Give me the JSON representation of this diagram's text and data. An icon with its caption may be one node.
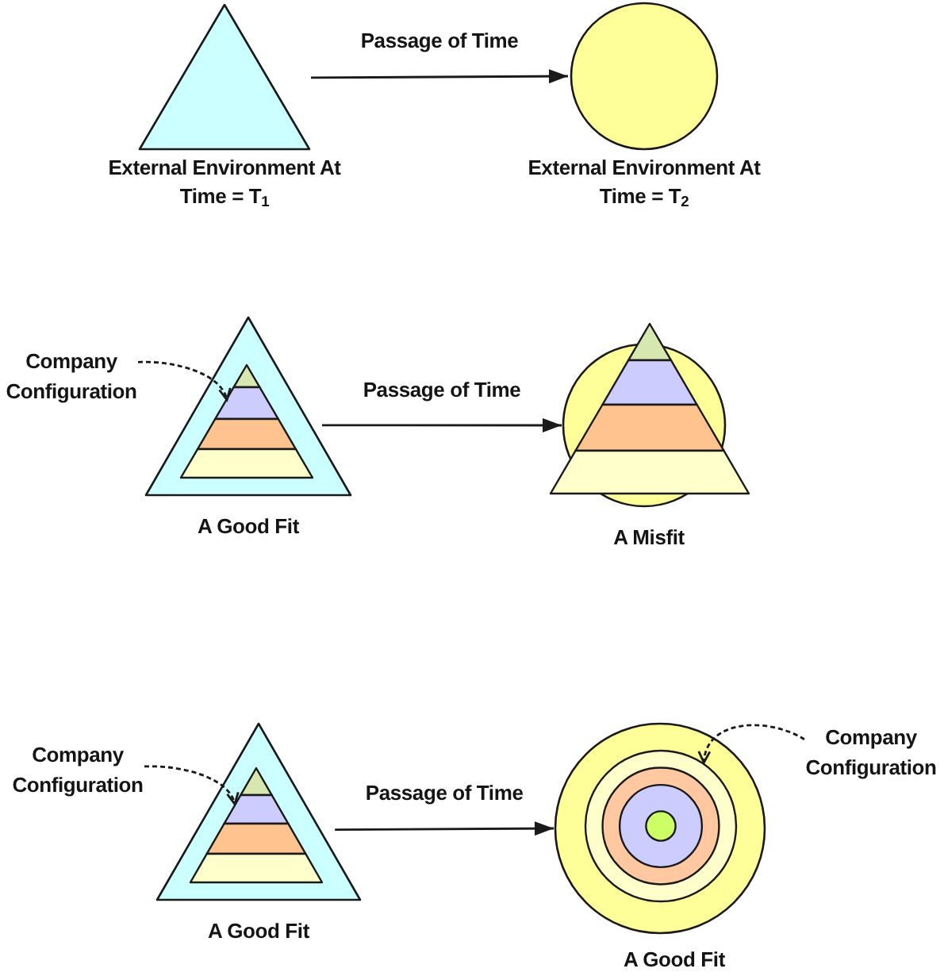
{
  "diagram": {
    "nodes": [
      {
        "text": [],
        "shape": "triangle",
        "beside": [
          "External Environment At Time = T$_{1}$"
        ]
      },
      {
        "text": [],
        "shape": "circle",
        "beside": [
          "External Environment At Time = T$_{2}$"
        ]
      },
      {
        "text": [],
        "shape": "triangle",
        "beside": [
          "A Good Fit"
        ]
      },
      {
        "text": [],
        "shape": "pyramid",
        "in": 2
      },
      {
        "text": [
          "Company Configuration"
        ]
      },
      {
        "text": [],
        "shape": "circle",
        "beside": [
          "A Misfit"
        ]
      },
      {
        "text": [],
        "shape": "pyramid"
      },
      {
        "text": [],
        "shape": "triangle",
        "beside": [
          "A Good Fit"
        ]
      },
      {
        "text": [],
        "shape": "pyramid",
        "in": 7
      },
      {
        "text": [
          "Company Configuration"
        ]
      },
      {
        "text": [],
        "shape": "circle",
        "beside": [
          "A Good Fit"
        ]
      },
      {
        "text": [],
        "shape": "target",
        "in": 10
      },
      {
        "text": [
          "Company Configuration"
        ]
      }
    ],
    "edges": [
      {
        "from": 0,
        "to": 1,
        "arrow": "to",
        "label": "Passage of Time"
      },
      {
        "from": 4,
        "to": 3,
        "arrow": "to",
        "style": "dashed"
      },
      {
        "from": 2,
        "to": 5,
        "arrow": "to",
        "label": "Passage of Time"
      },
      {
        "from": 9,
        "to": 8,
        "arrow": "to",
        "style": "dashed"
      },
      {
        "from": 7,
        "to": 10,
        "arrow": "to",
        "label": "Passage of Time"
      },
      {
        "from": 12,
        "to": 11,
        "arrow": "to",
        "style": "dashed"
      }
    ]
  }
}
